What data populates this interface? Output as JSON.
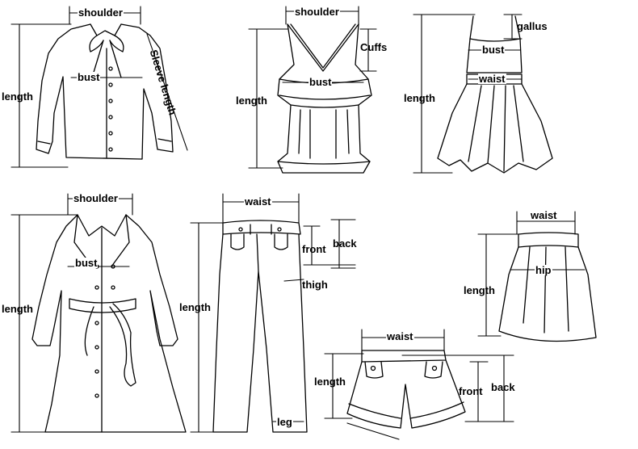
{
  "labels": {
    "shirt": {
      "shoulder": "shoulder",
      "length": "length",
      "bust": "bust",
      "sleeve": "Sleeve length"
    },
    "vest": {
      "shoulder": "shoulder",
      "cuffs": "Cuffs",
      "length": "length",
      "bust": "bust"
    },
    "dress": {
      "gallus": "gallus",
      "bust": "bust",
      "waist": "waist",
      "length": "length"
    },
    "coat": {
      "shoulder": "shoulder",
      "bust": "bust",
      "length": "length"
    },
    "pants": {
      "waist": "waist",
      "front": "front",
      "back": "back",
      "thigh": "thigh",
      "length": "length",
      "leg": "leg"
    },
    "skirt": {
      "waist": "waist",
      "hip": "hip",
      "length": "length"
    },
    "shorts": {
      "waist": "waist",
      "length": "length",
      "front": "front",
      "back": "back"
    }
  },
  "colors": {
    "ink": "#000000",
    "background": "#ffffff"
  }
}
